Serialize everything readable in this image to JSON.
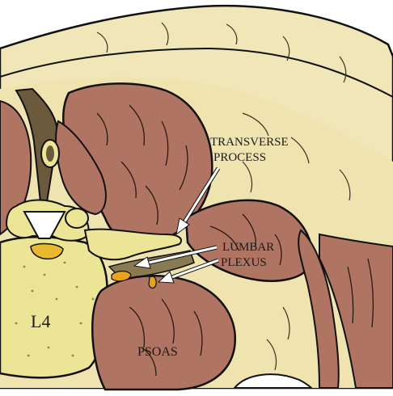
{
  "labels": {
    "transverse_line1": "TRANSVERSE",
    "transverse_line2": "PROCESS",
    "lumbar_line1": "LUMBAR",
    "lumbar_line2": "PLEXUS",
    "l4": "L4",
    "psoas": "PSOAS"
  },
  "colors": {
    "skin_fat": "#f0e6b8",
    "deep_fat": "#e6d79c",
    "muscle": "#b07462",
    "bone": "#ece596",
    "bone_marrow": "#e8b82e",
    "dark_gap": "#8a7a52",
    "plexus": "#e8a21c",
    "arrow": "#ffffff",
    "outline": "#111111"
  },
  "icons": [
    "arrow-transverse-process",
    "arrow-lumbar-plexus-upper",
    "arrow-lumbar-plexus-lower"
  ]
}
